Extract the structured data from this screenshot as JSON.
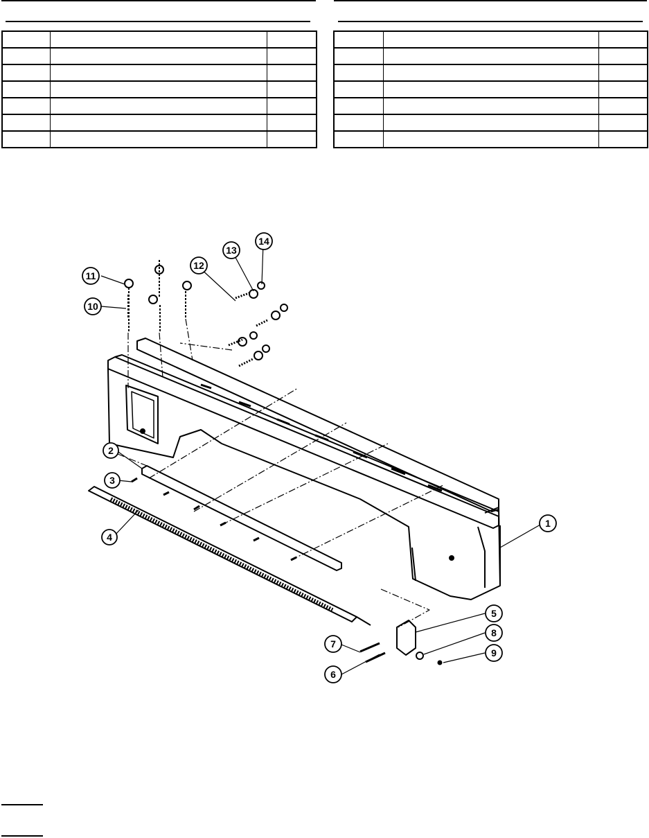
{
  "parts_tables": [
    {
      "rows": [
        [
          "",
          "",
          ""
        ],
        [
          "",
          "",
          ""
        ],
        [
          "",
          "",
          ""
        ],
        [
          "",
          "",
          ""
        ],
        [
          "",
          "",
          ""
        ],
        [
          "",
          "",
          ""
        ],
        [
          "",
          "",
          ""
        ]
      ]
    },
    {
      "rows": [
        [
          "",
          "",
          ""
        ],
        [
          "",
          "",
          ""
        ],
        [
          "",
          "",
          ""
        ],
        [
          "",
          "",
          ""
        ],
        [
          "",
          "",
          ""
        ],
        [
          "",
          "",
          ""
        ],
        [
          "",
          "",
          ""
        ]
      ]
    }
  ],
  "callouts": {
    "c1": "1",
    "c2": "2",
    "c3": "3",
    "c4": "4",
    "c5": "5",
    "c6": "6",
    "c7": "7",
    "c8": "8",
    "c9": "9",
    "c10": "10",
    "c11": "11",
    "c12": "12",
    "c13": "13",
    "c14": "14"
  },
  "colors": {
    "ink": "#000000",
    "paper": "#ffffff"
  }
}
